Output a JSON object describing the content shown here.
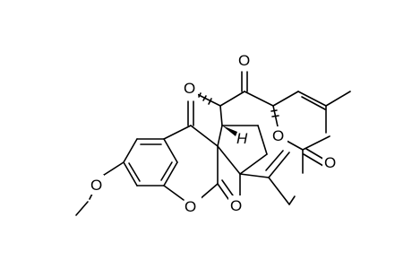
{
  "atom_labels": {
    "ketone_O_side": "O",
    "ketone_O_top": "O",
    "lactone_ring_O": "O",
    "lactone_carbonyl_O": "O",
    "methoxy_O": "O",
    "acetate_O": "O",
    "acetate_carbonyl_O": "O",
    "stereo_H": "H"
  },
  "colors": {
    "bond": "#000000",
    "background": "#ffffff"
  }
}
